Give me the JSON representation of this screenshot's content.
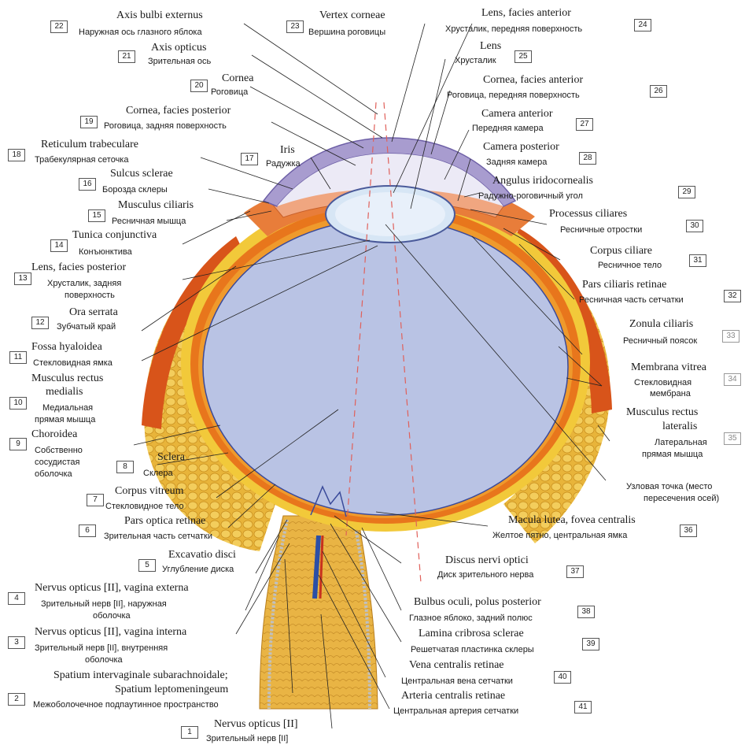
{
  "labels": {
    "l1": {
      "n": "1",
      "lat": "Nervus opticus [II]",
      "ru": "Зрительный нерв [II]"
    },
    "l2": {
      "n": "2",
      "lat1": "Spatium intervaginale subarachnoidale;",
      "lat2": "Spatium leptomeningeum",
      "ru": "Межоболочечное подпаутинное пространство"
    },
    "l3": {
      "n": "3",
      "lat": "Nervus opticus [II], vagina interna",
      "ru1": "Зрительный нерв [II], внутренняя",
      "ru2": "оболочка"
    },
    "l4": {
      "n": "4",
      "lat": "Nervus opticus [II], vagina externa",
      "ru1": "Зрительный нерв [II], наружная",
      "ru2": "оболочка"
    },
    "l5": {
      "n": "5",
      "lat": "Excavatio disci",
      "ru": "Углубление диска"
    },
    "l6": {
      "n": "6",
      "lat": "Pars optica retinae",
      "ru": "Зрительная часть сетчатки"
    },
    "l7": {
      "n": "7",
      "lat": "Corpus vitreum",
      "ru": "Стекловидное тело"
    },
    "l8": {
      "n": "8",
      "lat": "Sclera",
      "ru": "Склера"
    },
    "l9": {
      "n": "9",
      "lat": "Choroidea",
      "ru1": "Собственно",
      "ru2": "сосудистая",
      "ru3": "оболочка"
    },
    "l10": {
      "n": "10",
      "lat1": "Musculus rectus",
      "lat2": "medialis",
      "ru1": "Медиальная",
      "ru2": "прямая мышца"
    },
    "l11": {
      "n": "11",
      "lat": "Fossa hyaloidea",
      "ru": "Стекловидная ямка"
    },
    "l12": {
      "n": "12",
      "lat": "Ora serrata",
      "ru": "Зубчатый край"
    },
    "l13": {
      "n": "13",
      "lat": "Lens, facies posterior",
      "ru1": "Хрусталик, задняя",
      "ru2": "поверхность"
    },
    "l14": {
      "n": "14",
      "lat": "Tunica conjunctiva",
      "ru": "Конъюнктива"
    },
    "l15": {
      "n": "15",
      "lat": "Musculus ciliaris",
      "ru": "Ресничная мышца"
    },
    "l16": {
      "n": "16",
      "lat": "Sulcus sclerae",
      "ru": "Борозда склеры"
    },
    "l17": {
      "n": "17",
      "lat": "Iris",
      "ru": "Радужка"
    },
    "l18": {
      "n": "18",
      "lat": "Reticulum trabeculare",
      "ru": "Трабекулярная сеточка"
    },
    "l19": {
      "n": "19",
      "lat": "Cornea, facies posterior",
      "ru": "Роговица, задняя поверхность"
    },
    "l20": {
      "n": "20",
      "lat": "Cornea",
      "ru": "Роговица"
    },
    "l21": {
      "n": "21",
      "lat": "Axis opticus",
      "ru": "Зрительная ось"
    },
    "l22": {
      "n": "22",
      "lat": "Axis bulbi externus",
      "ru": "Наружная ось глазного яблока"
    },
    "l23": {
      "n": "23",
      "lat": "Vertex corneae",
      "ru": "Вершина роговицы"
    },
    "l24": {
      "n": "24",
      "lat": "Lens, facies anterior",
      "ru": "Хрусталик, передняя поверхность"
    },
    "l25": {
      "n": "25",
      "lat": "Lens",
      "ru": "Хрусталик"
    },
    "l26": {
      "n": "26",
      "lat": "Cornea, facies anterior",
      "ru": "Роговица, передняя поверхность"
    },
    "l27": {
      "n": "27",
      "lat": "Camera anterior",
      "ru": "Передняя камера"
    },
    "l28": {
      "n": "28",
      "lat": "Camera posterior",
      "ru": "Задняя камера"
    },
    "l29": {
      "n": "29",
      "lat": "Angulus iridocornealis",
      "ru": "Радужно-роговичный угол"
    },
    "l30": {
      "n": "30",
      "lat": "Processus ciliares",
      "ru": "Ресничные отростки"
    },
    "l31": {
      "n": "31",
      "lat": "Corpus ciliare",
      "ru": "Ресничное тело"
    },
    "l32": {
      "n": "32",
      "lat": "Pars ciliaris retinae",
      "ru": "Ресничная часть сетчатки"
    },
    "l33": {
      "n": "33",
      "lat": "Zonula ciliaris",
      "ru": "Ресничный поясок"
    },
    "l34": {
      "n": "34",
      "lat": "Membrana vitrea",
      "ru1": "Стекловидная",
      "ru2": "мембрана"
    },
    "l35": {
      "n": "35",
      "lat1": "Musculus rectus",
      "lat2": "lateralis",
      "ru1": "Латеральная",
      "ru2": "прямая мышца"
    },
    "l36": {
      "n": "36",
      "lat": "Macula lutea, fovea centralis",
      "ru": "Желтое пятно, центральная ямка"
    },
    "l37": {
      "n": "37",
      "lat": "Discus nervi optici",
      "ru": "Диск зрительного нерва"
    },
    "l38": {
      "n": "38",
      "lat": "Bulbus oculi, polus posterior",
      "ru": "Глазное яблоко, задний полюс"
    },
    "l39": {
      "n": "39",
      "lat": "Lamina cribrosa sclerae",
      "ru": "Решетчатая пластинка склеры"
    },
    "l40": {
      "n": "40",
      "lat": "Vena centralis retinae",
      "ru": "Центральная вена сетчатки"
    },
    "l41": {
      "n": "41",
      "lat": "Arteria centralis retinae",
      "ru": "Центральная артерия сетчатки"
    },
    "node": {
      "ru1": "Узловая точка (место",
      "ru2": "пересечения осей)"
    }
  },
  "colors": {
    "vitreous": "#b9c3e4",
    "sclera": "#f2c93a",
    "choroid": "#e8761c",
    "muscle": "#d85a18",
    "cornea": "#a89ccf",
    "lens": "#d7e6f5",
    "axis": "#e0605a",
    "retina_line": "#3a4a9a"
  }
}
